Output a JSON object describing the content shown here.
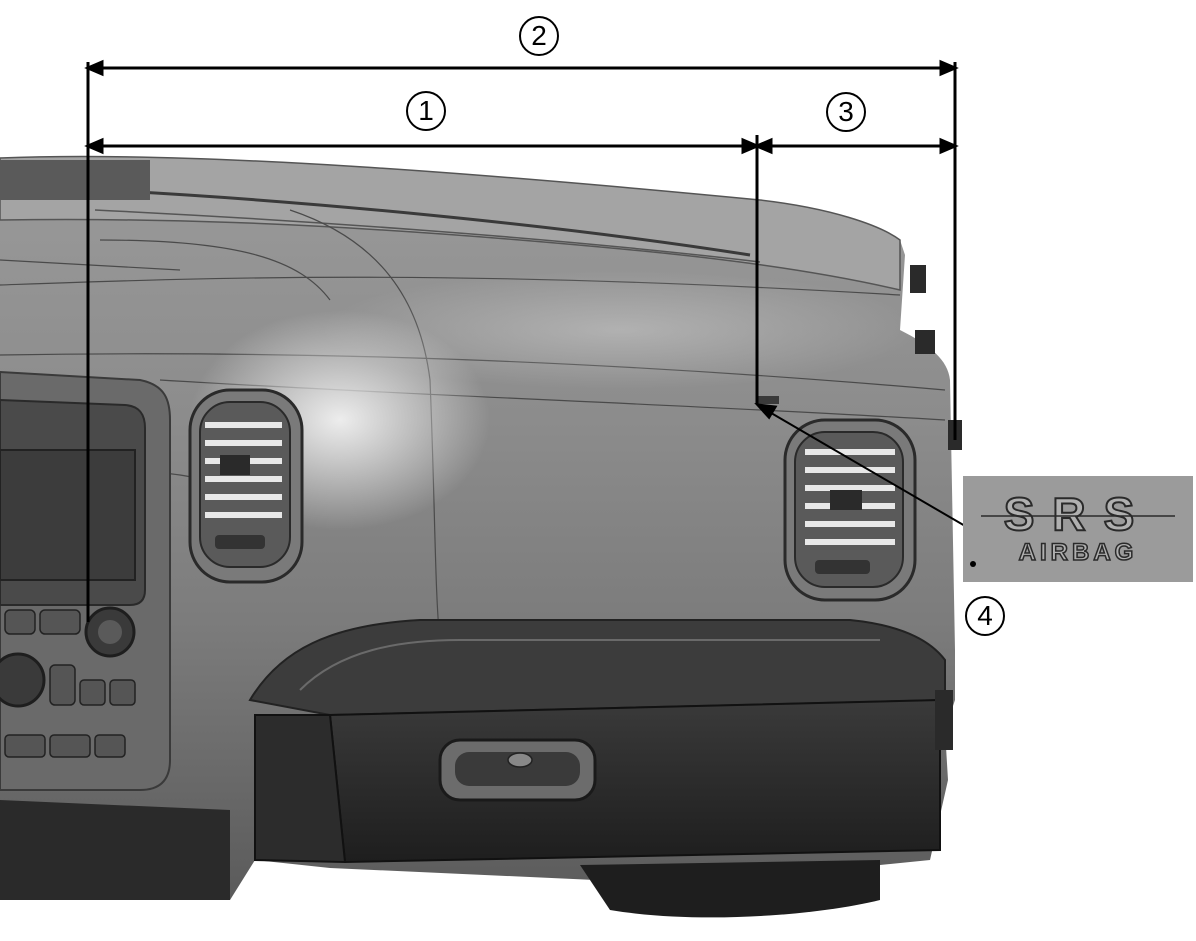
{
  "diagram": {
    "callouts": [
      {
        "id": "1",
        "label": "1"
      },
      {
        "id": "2",
        "label": "2"
      },
      {
        "id": "3",
        "label": "3"
      },
      {
        "id": "4",
        "label": "4"
      }
    ],
    "srs_badge": {
      "line1": "SRS",
      "line2": "AIRBAG"
    },
    "colors": {
      "background": "#ffffff",
      "dash_light": "#8a8a8a",
      "dash_dark": "#2e2e2e",
      "line": "#000000",
      "inset": "#9b9b9b"
    }
  }
}
